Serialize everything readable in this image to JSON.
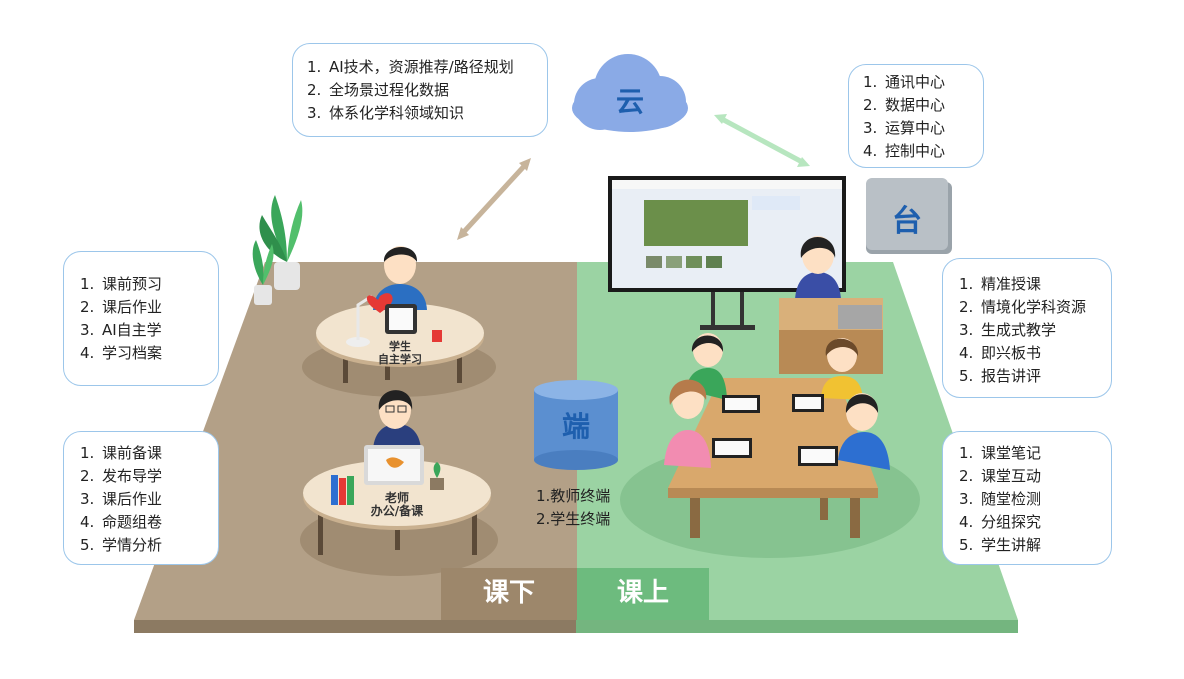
{
  "cloud": {
    "label": "云",
    "items": [
      "AI技术，资源推荐/路径规划",
      "全场景过程化数据",
      "体系化学科领域知识"
    ]
  },
  "platform": {
    "label": "台",
    "items": [
      "通讯中心",
      "数据中心",
      "运算中心",
      "控制中心"
    ]
  },
  "terminal": {
    "label": "端",
    "items": [
      "1.教师终端",
      "2.学生终端"
    ]
  },
  "student_study": {
    "items": [
      "课前预习",
      "课后作业",
      "AI自主学",
      "学习档案"
    ],
    "label_line1": "学生",
    "label_line2": "自主学习"
  },
  "teacher_office": {
    "items": [
      "课前备课",
      "发布导学",
      "课后作业",
      "命题组卷",
      "学情分析"
    ],
    "label_line1": "老师",
    "label_line2": "办公/备课"
  },
  "teaching": {
    "items": [
      "精准授课",
      "情境化学科资源",
      "生成式教学",
      "即兴板书",
      "报告讲评"
    ]
  },
  "classroom": {
    "items": [
      "课堂笔记",
      "课堂互动",
      "随堂检测",
      "分组探究",
      "学生讲解"
    ]
  },
  "after_class_label": "课下",
  "in_class_label": "课上",
  "colors": {
    "after_floor": "#b3a087",
    "in_floor": "#9bd3a3",
    "after_tab": "#9d876b",
    "in_tab": "#6dbb7e",
    "cloud": "#8aaae6",
    "label_blue": "#1e5fae",
    "platform_box": "#b9c0c6",
    "terminal_cyl": "#5b8fd0"
  }
}
